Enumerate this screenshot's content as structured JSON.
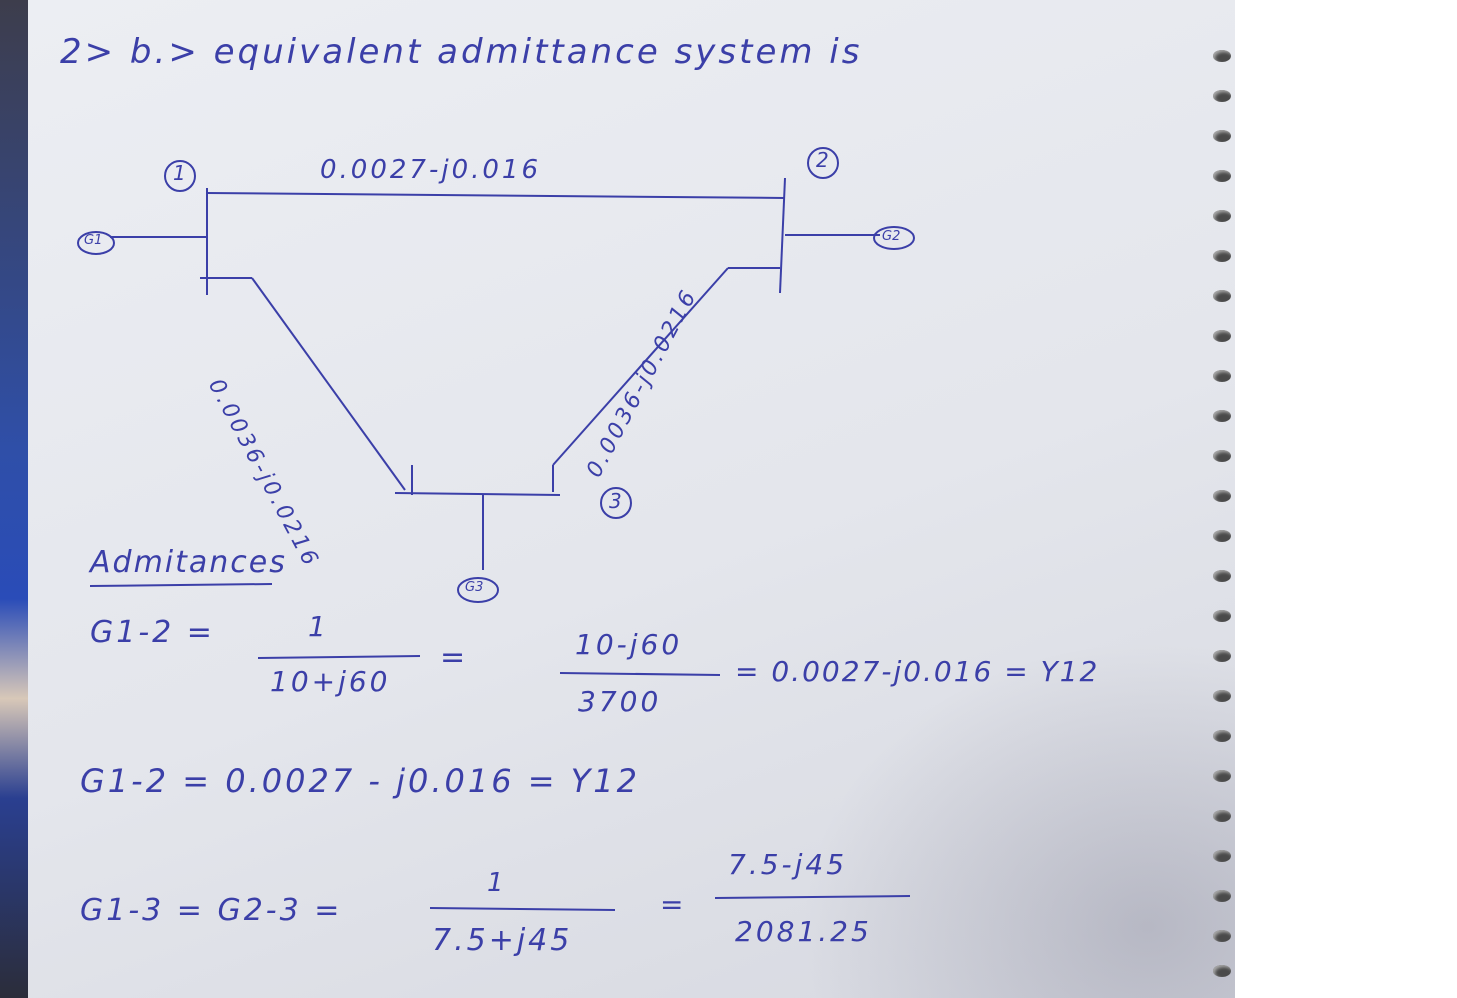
{
  "heading": "2> b.> equivalent admittance system is",
  "diagram": {
    "bus1": "1",
    "bus2": "2",
    "bus3": "3",
    "gen1": "G1",
    "gen2": "G2",
    "gen3": "G3",
    "line12": "0.0027-j0.016",
    "line13": "0.0036-j0.0216",
    "line23": "0.0036-j0.0216"
  },
  "work": {
    "admittances_heading": "Admitances",
    "eq1_lhs": "G1-2  =",
    "eq1_num": "1",
    "eq1_den": "10+j60",
    "eq1_eq": "=",
    "eq1_num2": "10-j60",
    "eq1_den2": "3700",
    "eq1_result": "= 0.0027-j0.016 = Y12",
    "eq2": "G1-2  =  0.0027 - j0.016 = Y12",
    "eq3_lhs": "G1-3 = G2-3 =",
    "eq3_num": "1",
    "eq3_den": "7.5+j45",
    "eq3_eq": "=",
    "eq3_num2": "7.5-j45",
    "eq3_den2": "2081.25"
  }
}
